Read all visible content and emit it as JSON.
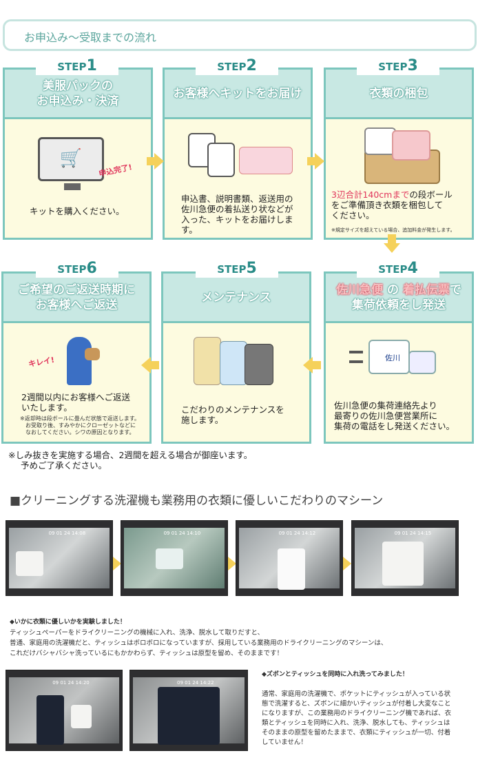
{
  "flow_title": "お申込み～受取までの流れ",
  "step_word": "STEP",
  "steps": [
    {
      "num": "1",
      "title": [
        "美服パックの",
        "お申込み・決済"
      ],
      "badge": "申込完了!",
      "text": [
        "キットを購入ください。"
      ]
    },
    {
      "num": "2",
      "title": [
        "お客様へキットをお届け"
      ],
      "text": [
        "申込書、説明書類、返送用の",
        "佐川急便の着払送り状などが",
        "入った、キットをお届けします。"
      ]
    },
    {
      "num": "3",
      "title": [
        "衣類の梱包"
      ],
      "highlight": "3辺合計140cmまで",
      "text": [
        "の段ボール",
        "をご準備頂き衣類を梱包して",
        "ください。"
      ],
      "note": "※規定サイズを超えている場合、追加料金が発生します。"
    },
    {
      "num": "4",
      "title_red1": "佐川急便",
      "title_mid": "の",
      "title_red2": "着払伝票",
      "title_end": "で",
      "title2": "集荷依頼をし発送",
      "truck_label": "佐川",
      "text": [
        "佐川急便の集荷連絡先より",
        "最寄りの佐川急便営業所に",
        "集荷の電話をし発送ください。"
      ]
    },
    {
      "num": "5",
      "title": [
        "メンテナンス"
      ],
      "text": [
        "こだわりのメンテナンスを",
        "施します。"
      ]
    },
    {
      "num": "6",
      "title": [
        "ご希望のご返送時期に",
        "お客様へご返送"
      ],
      "badge": "キレイ!",
      "text": [
        "2週間以内にお客様へご返送",
        "いたします。"
      ],
      "note": [
        "※返却時は段ボールに畳んだ状態で返送します。",
        "お受取り後、すみやかにクローゼットなどに",
        "なおしてください。シワの原因となります。"
      ]
    }
  ],
  "footnote": [
    "※しみ抜きを実施する場合、2週間を超える場合が御座います。",
    "予めご了承ください。"
  ],
  "section_title": "■クリーニングする洗濯機も業務用の衣類に優しいこだわりのマシーン",
  "experiment1": {
    "heading": "◆いかに衣類に優しいかを実験しました！",
    "lines": [
      "ティッシュペーパーをドライクリーニングの機械に入れ、洗浄、脱水して取りだすと、",
      "普通、家庭用の洗濯機だと、ティッシュはボロボロになっていますが、採用している業務用のドライクリーニングのマシーンは、",
      "これだけバシャバシャ洗っているにもかかわらず、ティッシュは原型を留め、そのままです！"
    ]
  },
  "experiment2": {
    "heading": "◆ズボンとティッシュを同時に入れ洗ってみました！",
    "lines": [
      "通常、家庭用の洗濯機で、ポケットにティッシュが入っている状",
      "態で洗濯すると、ズボンに細かいティッシュが付着し大変なこと",
      "になりますが、この業務用のドライクリーニング機であれば、衣",
      "類とティッシュを同時に入れ、洗浄、脱水しても、ティッシュは",
      "そのままの原型を留めたままで、衣類にティッシュが一切、付着",
      "していません！"
    ]
  },
  "video_timestamps": [
    "09 01 24 14:08",
    "09 01 24 14:10",
    "09 01 24 14:12",
    "09 01 24 14:15",
    "09 01 24 14:20",
    "09 01 24 14:22"
  ],
  "colors": {
    "teal": "#7cc6bd",
    "header_bg": "#c8e8e3",
    "body_bg": "#fdfbe0",
    "arrow": "#f5d15a",
    "red": "#e0345a"
  }
}
